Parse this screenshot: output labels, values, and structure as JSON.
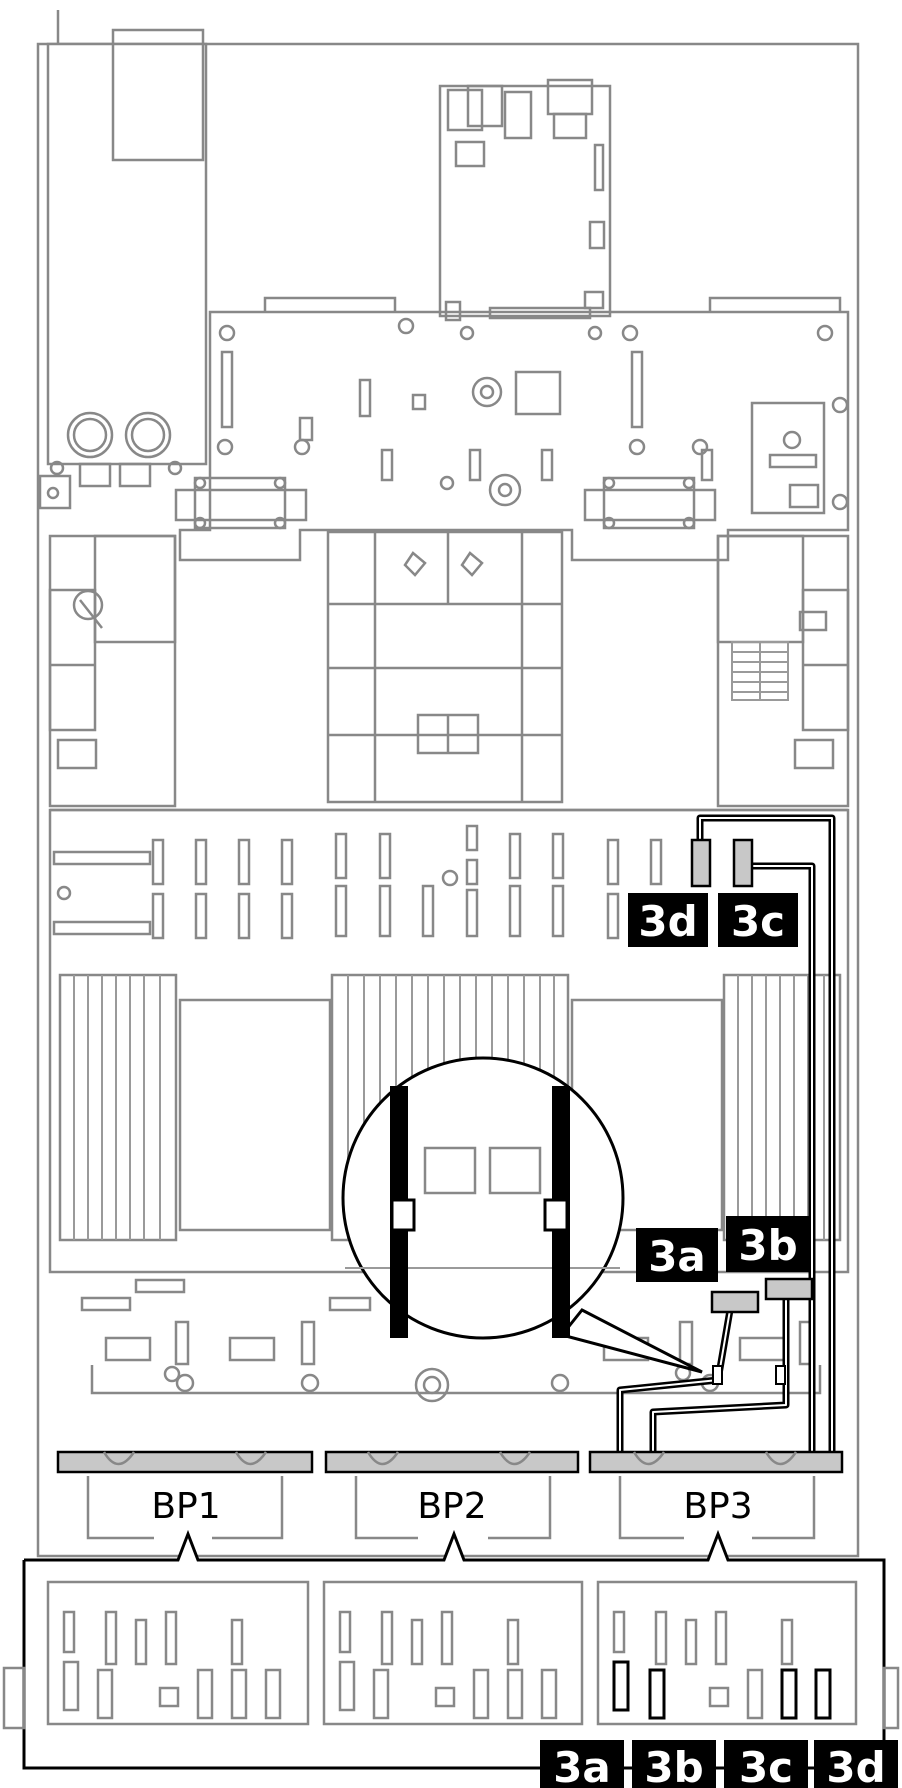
{
  "diagram": {
    "backplanes": [
      {
        "label": "BP1"
      },
      {
        "label": "BP2"
      },
      {
        "label": "BP3"
      }
    ],
    "callouts": {
      "board_3d": "3d",
      "board_3c": "3c",
      "board_3a": "3a",
      "board_3b": "3b",
      "bottom_3a": "3a",
      "bottom_3b": "3b",
      "bottom_3c": "3c",
      "bottom_3d": "3d"
    },
    "colors": {
      "outline": "#888888",
      "cable": "#000000",
      "connector_fill": "#c8c8c8",
      "callout_bg": "#000000",
      "callout_text": "#ffffff"
    }
  }
}
